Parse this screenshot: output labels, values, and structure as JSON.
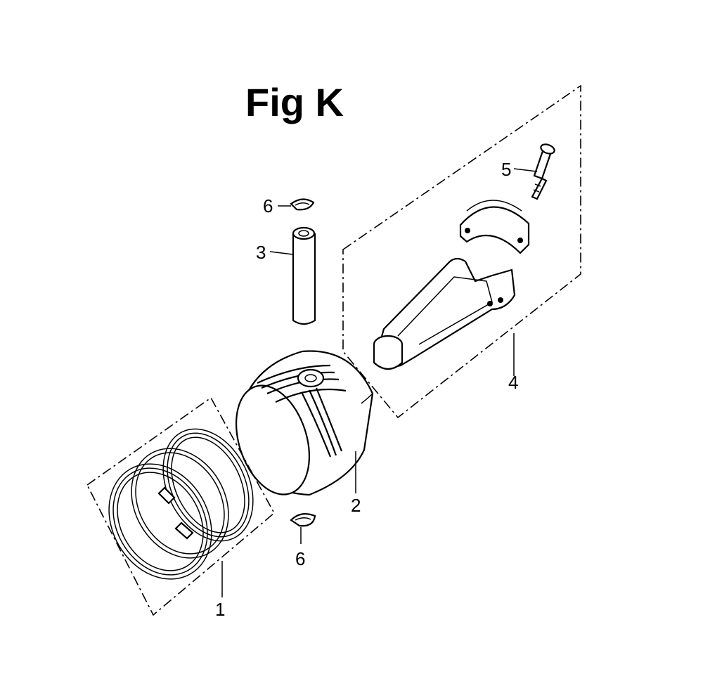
{
  "figure": {
    "title": "Fig K"
  },
  "callouts": {
    "piston_rings": "1",
    "piston": "2",
    "piston_pin": "3",
    "connecting_rod": "4",
    "rod_bolt": "5",
    "pin_clip_top": "6",
    "pin_clip_bottom": "6"
  },
  "colors": {
    "ink": "#000000",
    "paper": "#ffffff"
  }
}
